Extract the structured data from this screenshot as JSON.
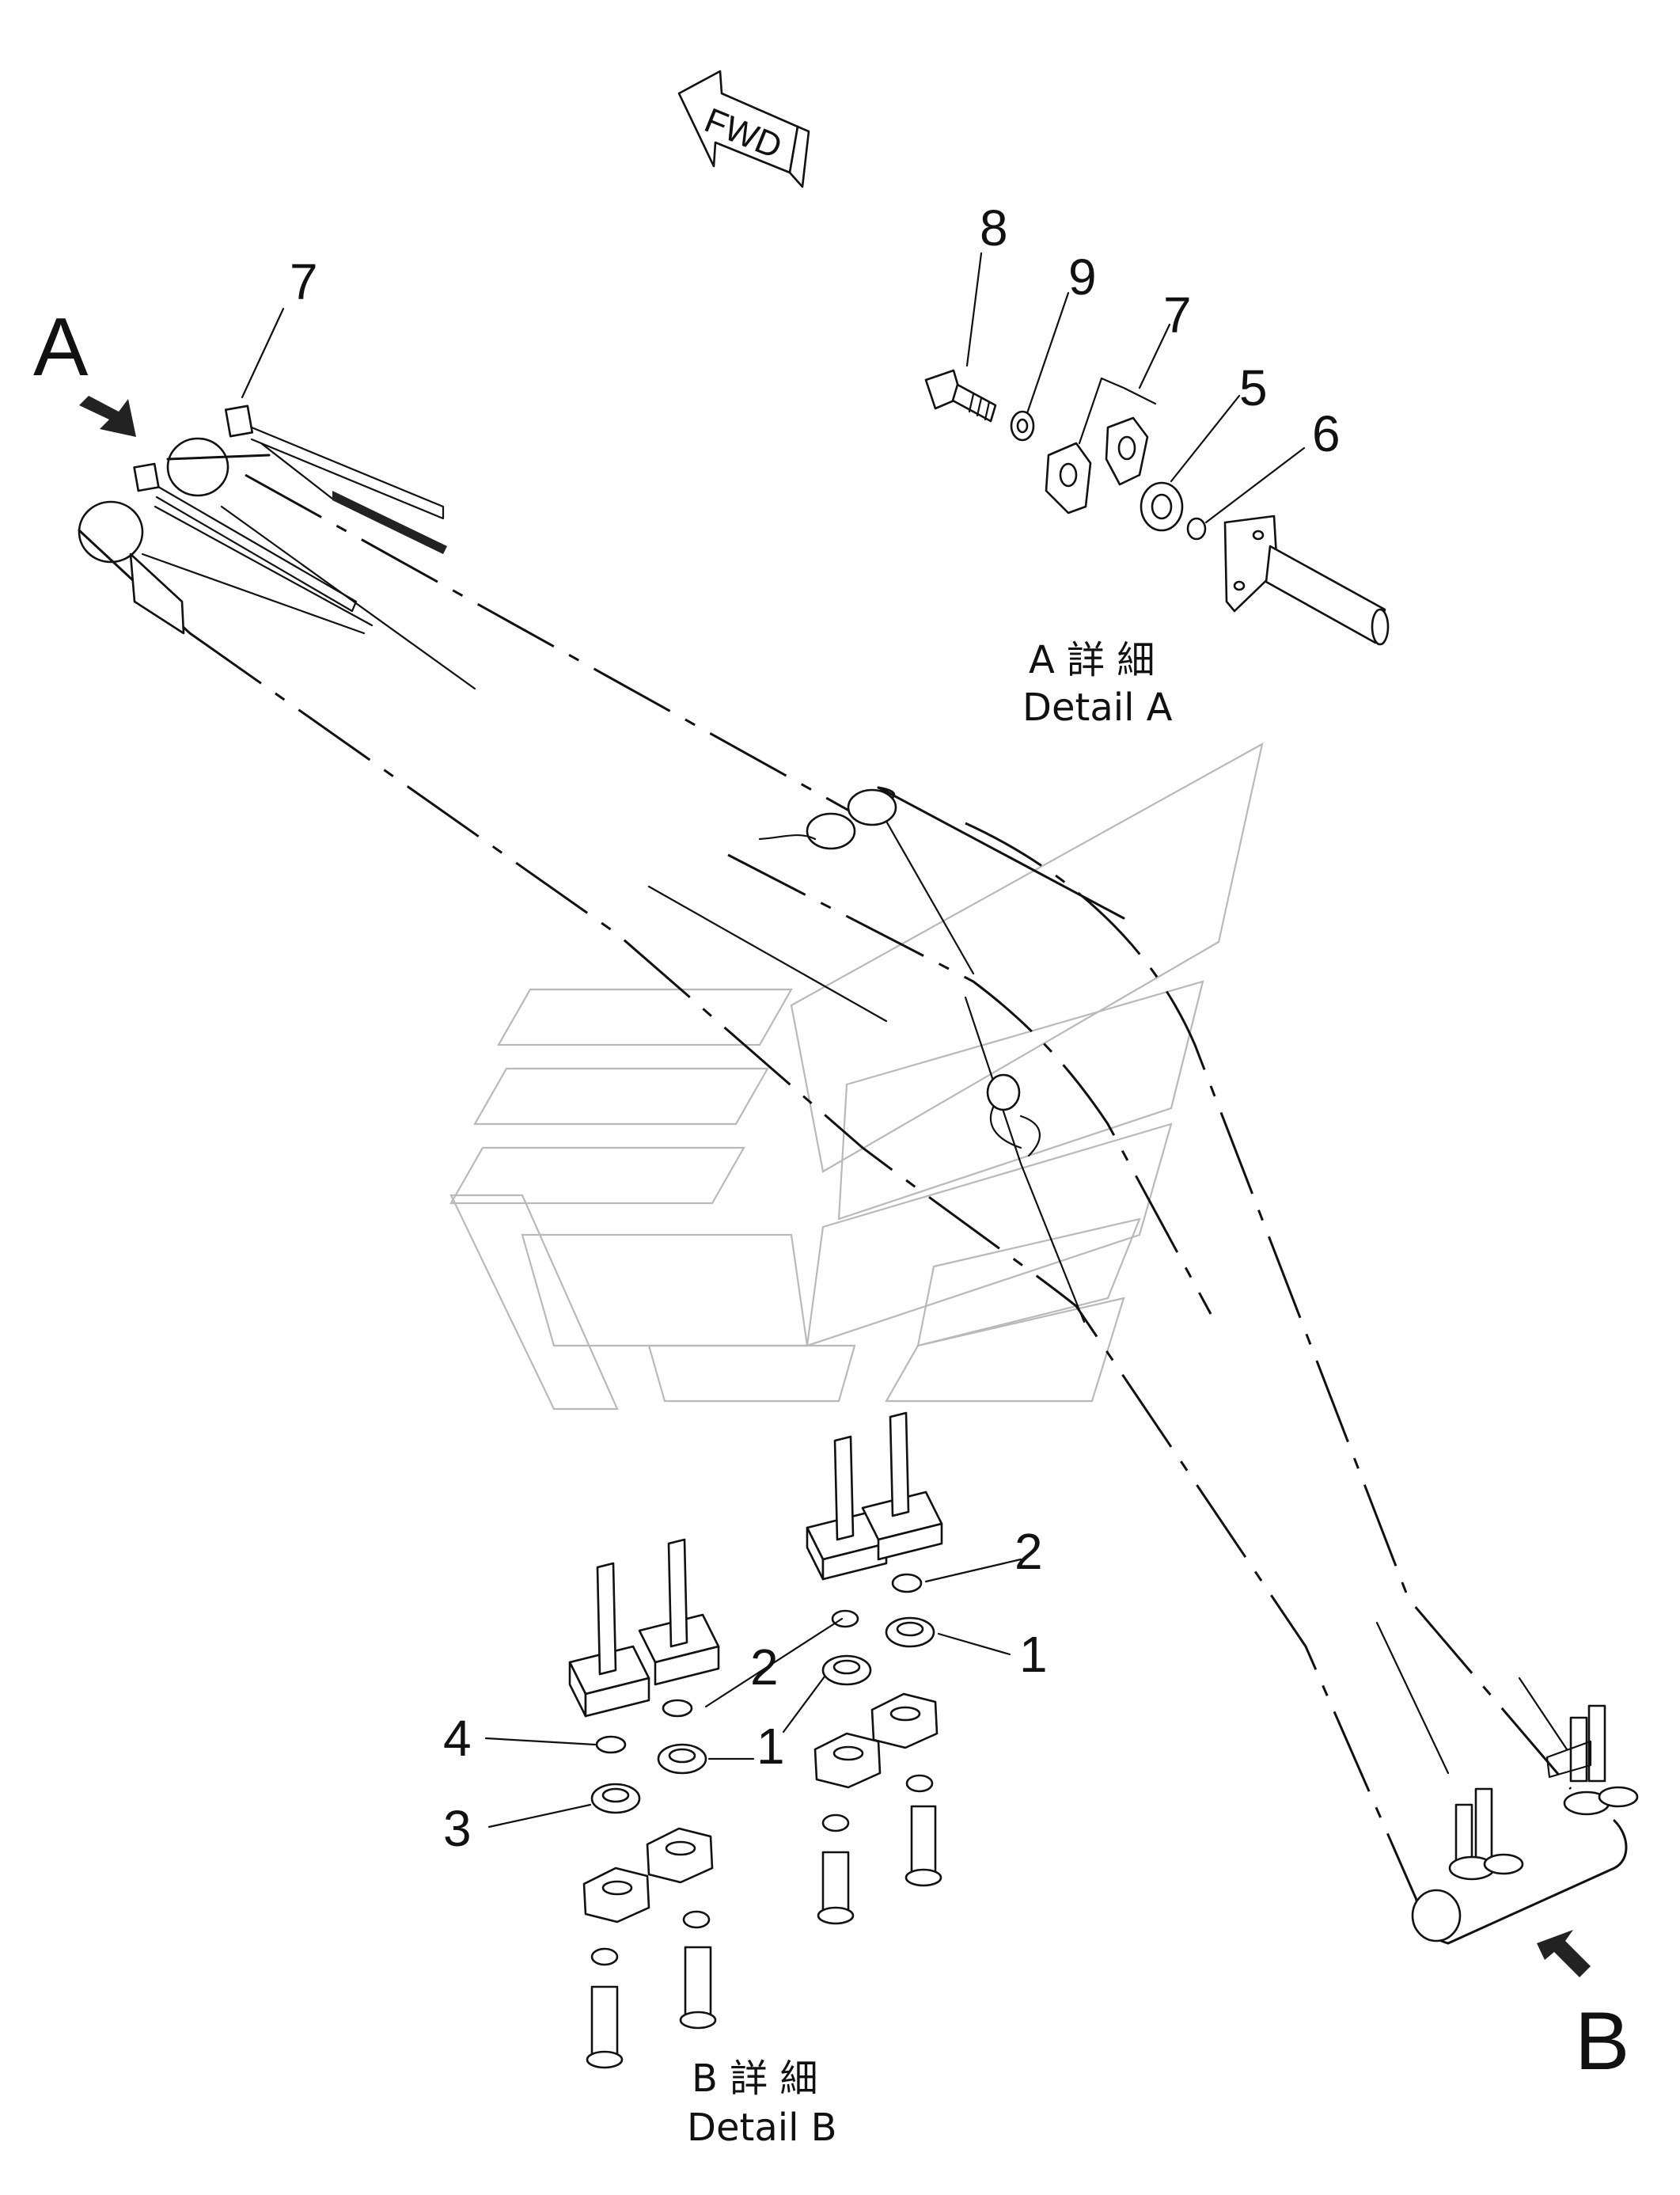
{
  "fwd_label": "FWD",
  "view_markers": {
    "a": "A",
    "b": "B"
  },
  "detail_a": {
    "caption_jp": "A 詳 細",
    "caption_en": "Detail A",
    "callouts": {
      "bolt": "8",
      "washer": "9",
      "clamp": "7",
      "bushing": "5",
      "oring": "6"
    }
  },
  "boom_callout": "7",
  "detail_b": {
    "caption_jp": "B 詳 細",
    "caption_en": "Detail B",
    "callouts": {
      "oring_upper": "2",
      "bushing_upper": "1",
      "oring_mid": "2",
      "bushing_mid": "1",
      "oring_left": "4",
      "bushing_left": "3"
    }
  }
}
